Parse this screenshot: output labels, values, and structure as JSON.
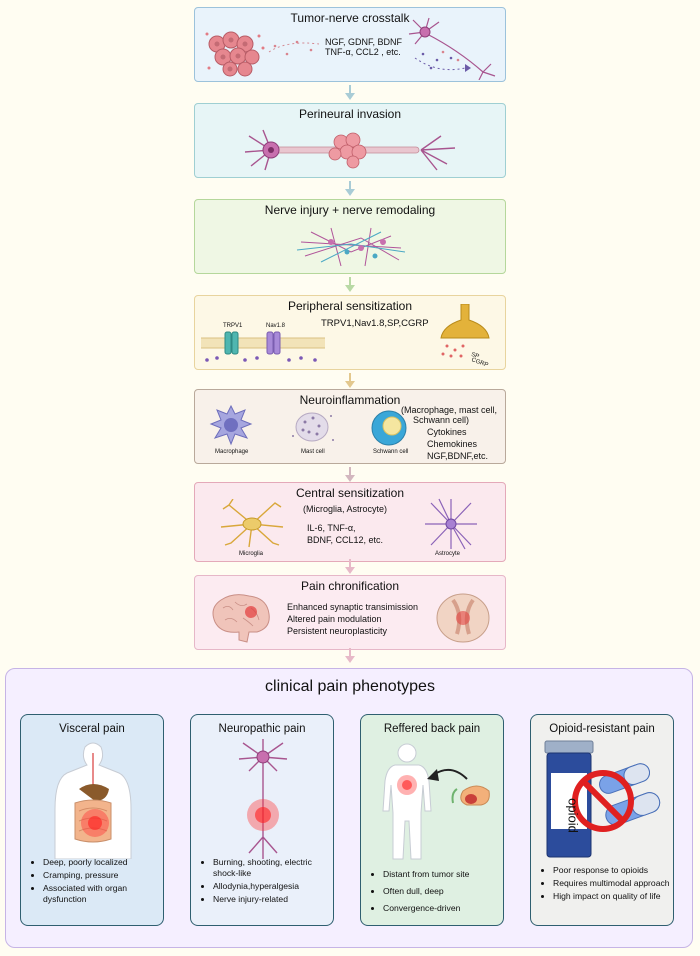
{
  "flow": [
    {
      "title": "Tumor-nerve crosstalk",
      "text": [
        "NGF, GDNF, BDNF",
        "TNF-α, CCL2 , etc."
      ]
    },
    {
      "title": "Perineural invasion"
    },
    {
      "title": "Nerve injury + nerve remodaling"
    },
    {
      "title": "Peripheral sensitization",
      "text": [
        "TRPV1,Nav1.8,SP,CGRP"
      ],
      "labels": {
        "trpv1": "TRPV1",
        "nav18": "Nav1.8",
        "sp": "SP",
        "cgrp": "CGRP"
      }
    },
    {
      "title": "Neuroinflammation",
      "text": [
        "(Macrophage, mast cell,",
        "Schwann cell)",
        "Cytokines",
        "Chemokines",
        "NGF,BDNF,etc."
      ],
      "labels": {
        "macrophage": "Macrophage",
        "mast": "Mast cell",
        "schwann": "Schwann cell"
      }
    },
    {
      "title": "Central sensitization",
      "text": [
        "(Microglia, Astrocyte)",
        "IL-6, TNF-α,",
        "BDNF, CCL12, etc."
      ],
      "labels": {
        "microglia": "Microglia",
        "astrocyte": "Astrocyte"
      }
    },
    {
      "title": "Pain chronification",
      "text": [
        "Enhanced synaptic transimission",
        "Altered pain modulation",
        "Persistent neuroplasticity"
      ]
    }
  ],
  "clinical": {
    "title": "clinical pain phenotypes",
    "phenotypes": [
      {
        "title": "Visceral pain",
        "bullets": [
          "Deep, poorly localized",
          "Cramping, pressure",
          "Associated with organ dysfunction"
        ]
      },
      {
        "title": "Neuropathic pain",
        "bullets": [
          "Burning, shooting, electric shock-like",
          "Allodynia,hyperalgesia",
          "Nerve injury-related"
        ]
      },
      {
        "title": "Reffered back pain",
        "bullets": [
          "Distant from tumor site",
          "Often dull, deep",
          "Convergence-driven"
        ]
      },
      {
        "title": "Opioid-resistant pain",
        "bullets": [
          "Poor response to opioids",
          "Requires multimodal approach",
          "High impact on quality of life"
        ],
        "bottle_label": "opioid"
      }
    ]
  },
  "colors": {
    "box1": "#e9f3fb",
    "box1_border": "#9cc2db",
    "box2": "#e7f5f6",
    "box2_border": "#9fcfd2",
    "box3": "#eff7e4",
    "box3_border": "#b5d79b",
    "box4": "#fdf8e6",
    "box4_border": "#e8d49e",
    "box5": "#f8f1ea",
    "box5_border": "#b9a99b",
    "box6": "#fbe9ee",
    "box6_border": "#e4a9b9",
    "box7": "#fcebf1",
    "box7_border": "#e6b7c8",
    "clinical_bg": "#f5efff",
    "clinical_border": "#c6b4e6",
    "panel1": "#dbe9f6",
    "panel2": "#eaf0fa",
    "panel3": "#dff0e2",
    "panel4": "#f0f0ee"
  }
}
